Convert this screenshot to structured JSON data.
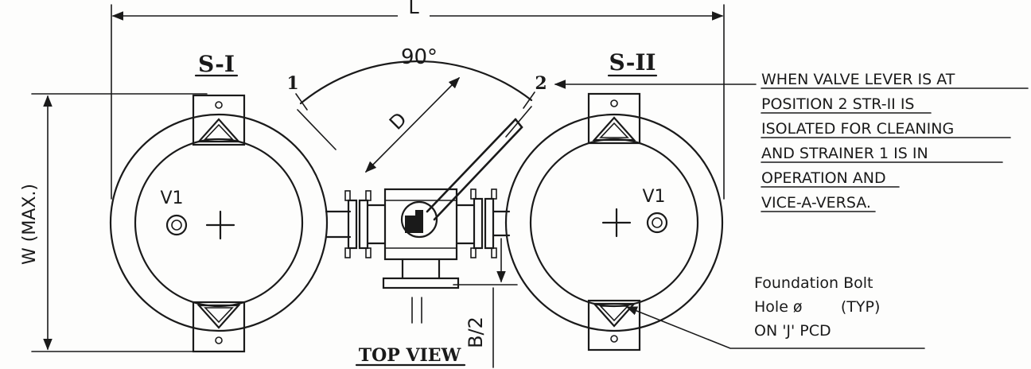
{
  "diagram": {
    "dim_length": "L",
    "dim_angle": "90°",
    "dim_diameter": "D",
    "dim_width": "W (MAX.)",
    "dim_half_b": "B/2",
    "label_s1": "S-I",
    "label_s2": "S-II",
    "position_1": "1",
    "position_2": "2",
    "vent_left": "V1",
    "vent_right": "V1",
    "view_title": "TOP VIEW",
    "note_lines": [
      "WHEN VALVE LEVER IS AT",
      "POSITION 2 STR-II IS",
      "ISOLATED FOR CLEANING",
      "AND STRAINER 1 IS IN",
      "OPERATION AND",
      "VICE-A-VERSA."
    ],
    "bolt_lines": [
      "Foundation Bolt",
      "Hole ø        (TYP)",
      "ON 'J' PCD"
    ]
  }
}
